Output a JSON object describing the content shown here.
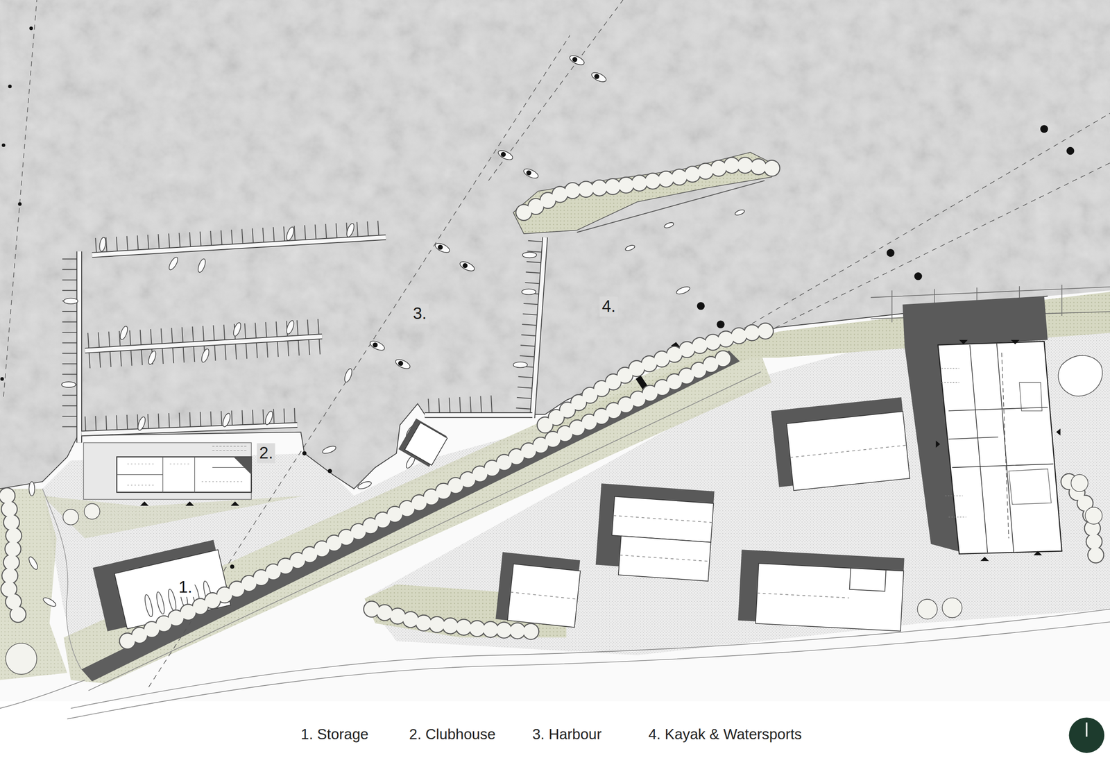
{
  "diagram": {
    "labels": [
      "1.",
      "2.",
      "3.",
      "4."
    ],
    "legend": [
      {
        "text": "1. Storage"
      },
      {
        "text": "2. Clubhouse"
      },
      {
        "text": "3. Harbour"
      },
      {
        "text": "4. Kayak & Watersports"
      }
    ]
  }
}
